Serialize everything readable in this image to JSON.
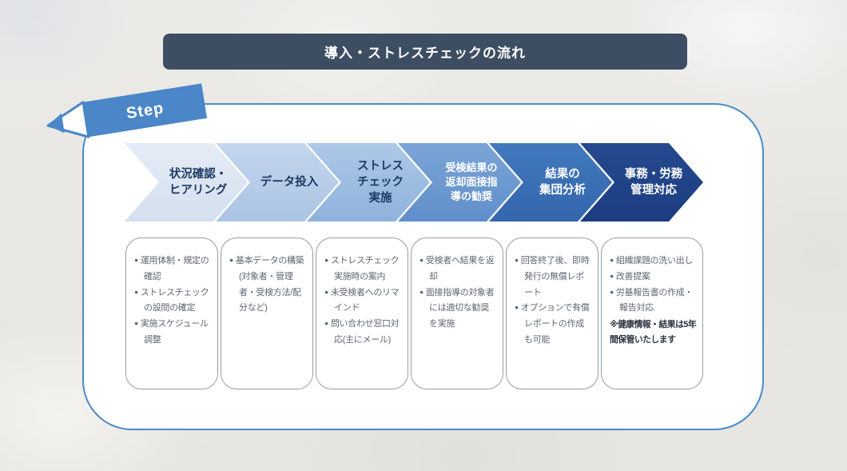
{
  "page": {
    "title": "導入・ストレスチェックの流れ",
    "step_banner_label": "Step"
  },
  "flow": {
    "steps": [
      {
        "label": "状況確認・\nヒアリング",
        "items": [
          "運用体制・規定の確認",
          "ストレスチェックの設問の確定",
          "実施スケジュール調整"
        ]
      },
      {
        "label": "データ投入",
        "items": [
          "基本データの構築(対象者・管理者・受検方法/配分など)"
        ]
      },
      {
        "label": "ストレス\nチェック\n実施",
        "items": [
          "ストレスチェック実施時の案内",
          "未受検者へのリマインド",
          "問い合わせ窓口対応(主にメール)"
        ]
      },
      {
        "label": "受検結果の\n返却面接指\n導の勧奨",
        "items": [
          "受検者へ結果を返却",
          "面接指導の対象者には適切な勧奨を実施"
        ]
      },
      {
        "label": "結果の\n集団分析",
        "items": [
          "回答終了後、即時発行の無償レポート",
          "オプションで有償レポートの作成も可能"
        ]
      },
      {
        "label": "事務・労務\n管理対応",
        "items": [
          "組織課題の洗い出し",
          "改善提案",
          "労基報告書の作成・報告対応"
        ],
        "note": "※健康情報・結果は5年間保管いたします"
      }
    ]
  },
  "palette": {
    "title_bar": "#3d4e63",
    "panel_border": "#4a8bc8",
    "step_banner": "#4a86c8",
    "chevron_fills": [
      "#dce6f3",
      "#b8cde9",
      "#9cbde0",
      "#6e9bd2",
      "#3b71b6",
      "#1f4287"
    ],
    "chevron_text_dark": "#1e3a63",
    "chevron_text_light": "#ffffff",
    "card_border": "#989da4",
    "card_text": "#5d6671",
    "note_text": "#2c3440"
  }
}
